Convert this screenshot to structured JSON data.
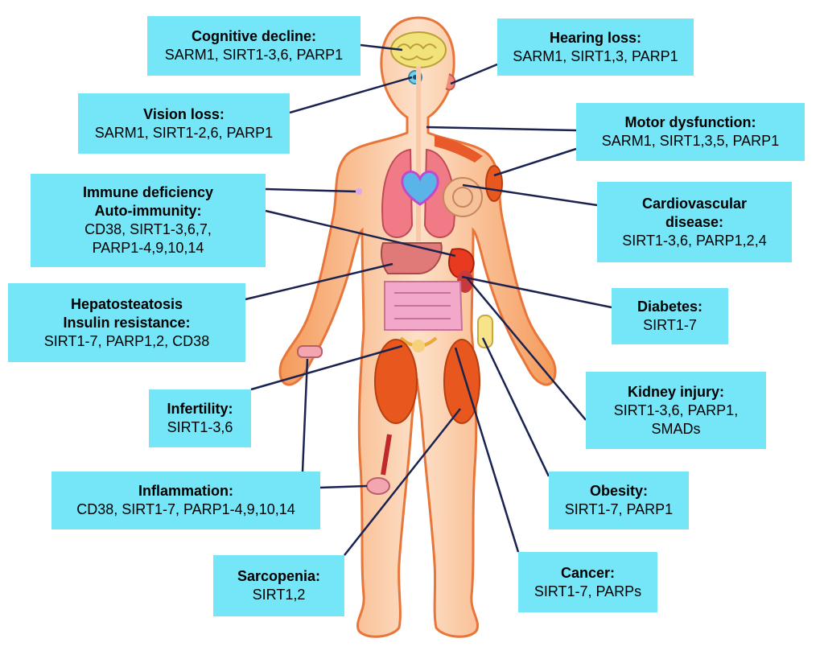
{
  "labels": [
    {
      "id": "cognitive",
      "title": [
        "Cognitive decline:"
      ],
      "genes": [
        "SARM1, SIRT1-3,6, PARP1"
      ]
    },
    {
      "id": "hearing",
      "title": [
        "Hearing loss:"
      ],
      "genes": [
        "SARM1, SIRT1,3, PARP1"
      ]
    },
    {
      "id": "vision",
      "title": [
        "Vision loss:"
      ],
      "genes": [
        "SARM1, SIRT1-2,6, PARP1"
      ]
    },
    {
      "id": "motor",
      "title": [
        "Motor dysfunction:"
      ],
      "genes": [
        "SARM1, SIRT1,3,5, PARP1"
      ]
    },
    {
      "id": "immune",
      "title": [
        "Immune deficiency",
        "Auto-immunity:"
      ],
      "genes": [
        "CD38, SIRT1-3,6,7,",
        "PARP1-4,9,10,14"
      ]
    },
    {
      "id": "cardio",
      "title": [
        "Cardiovascular",
        "disease:"
      ],
      "genes": [
        "SIRT1-3,6, PARP1,2,4"
      ]
    },
    {
      "id": "hepato",
      "title": [
        "Hepatosteatosis",
        "Insulin resistance:"
      ],
      "genes": [
        "SIRT1-7, PARP1,2, CD38"
      ]
    },
    {
      "id": "diabetes",
      "title": [
        "Diabetes:"
      ],
      "genes": [
        "SIRT1-7"
      ]
    },
    {
      "id": "kidney",
      "title": [
        "Kidney injury:"
      ],
      "genes": [
        "SIRT1-3,6, PARP1,",
        "SMADs"
      ]
    },
    {
      "id": "infertility",
      "title": [
        "Infertility:"
      ],
      "genes": [
        "SIRT1-3,6"
      ]
    },
    {
      "id": "inflammation",
      "title": [
        "Inflammation:"
      ],
      "genes": [
        "CD38, SIRT1-7, PARP1-4,9,10,14"
      ]
    },
    {
      "id": "obesity",
      "title": [
        "Obesity:"
      ],
      "genes": [
        "SIRT1-7, PARP1"
      ]
    },
    {
      "id": "sarcopenia",
      "title": [
        "Sarcopenia:"
      ],
      "genes": [
        "SIRT1,2"
      ]
    },
    {
      "id": "cancer",
      "title": [
        "Cancer:"
      ],
      "genes": [
        "SIRT1-7, PARPs"
      ]
    }
  ]
}
